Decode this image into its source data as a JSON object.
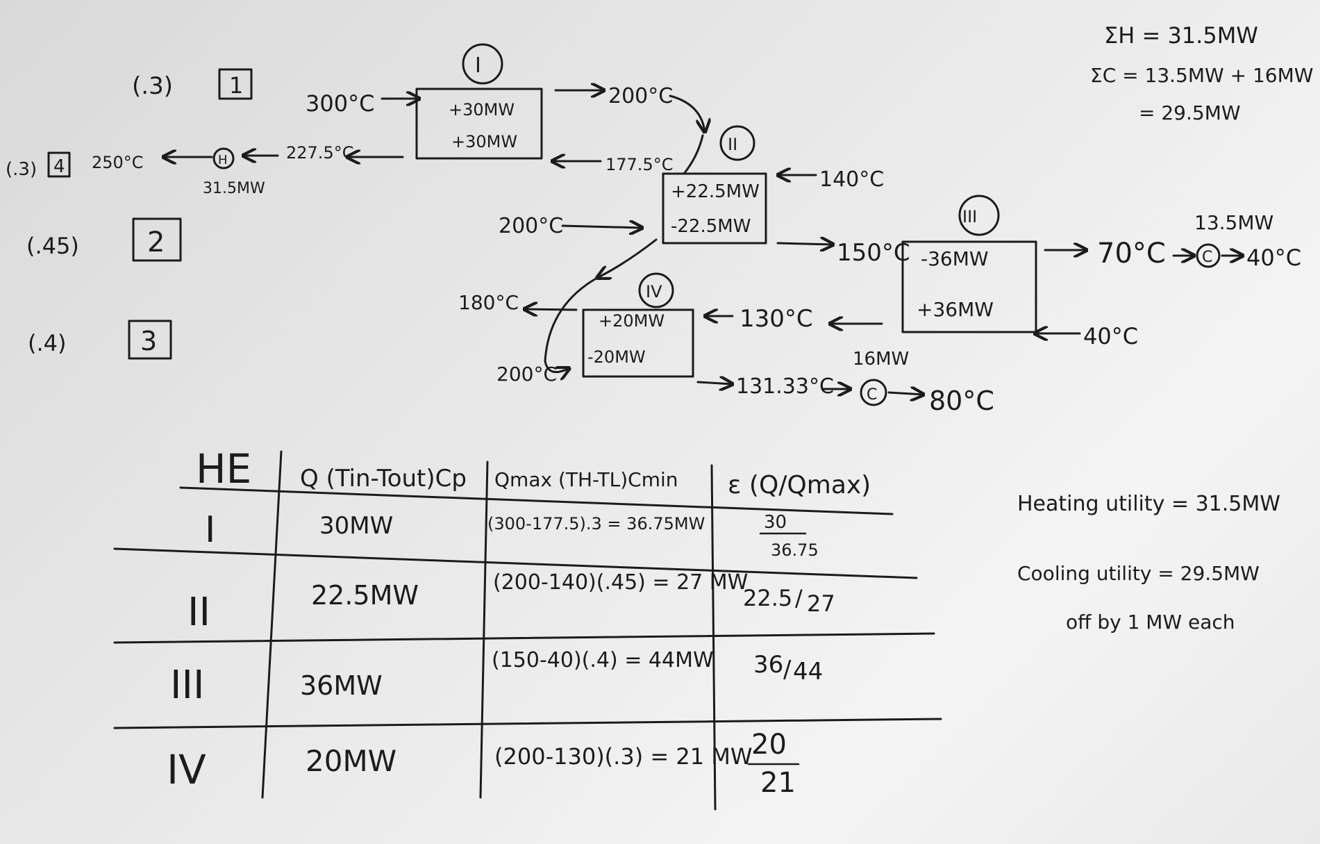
{
  "streams": {
    "s1": {
      "cp": "(.3)",
      "id": "1"
    },
    "s4": {
      "cp": "(.3)",
      "id": "4"
    },
    "s2": {
      "cp": "(.45)",
      "id": "2"
    },
    "s3": {
      "cp": "(.4)",
      "id": "3"
    }
  },
  "exchangers": {
    "I": {
      "label": "I",
      "top": "+30MW",
      "bottom": "+30MW"
    },
    "II": {
      "label": "II",
      "top": "+22.5MW",
      "bottom": "-22.5MW"
    },
    "III": {
      "label": "III",
      "top": "-36MW",
      "bottom": "+36MW"
    },
    "IV": {
      "label": "IV",
      "top": "+20MW",
      "bottom": "-20MW"
    }
  },
  "temps": {
    "t300": "300°C",
    "t200_I_out": "200°C",
    "t227": "227.5°C",
    "t250": "250°C",
    "t177": "177.5°C",
    "t140": "140°C",
    "t200_II_in": "200°C",
    "t150": "150°C",
    "t70": "70°C",
    "t40_out": "40°C",
    "t40_in": "40°C",
    "t130": "130°C",
    "t180": "180°C",
    "t200_IV_in": "200°C",
    "t131": "131.33°C",
    "t80": "80°C"
  },
  "utilities": {
    "heater": {
      "symbol": "H",
      "duty": "31.5MW"
    },
    "cooler_top": {
      "symbol": "C",
      "duty": "13.5MW"
    },
    "cooler_bottom": {
      "symbol": "C",
      "duty": "16MW"
    }
  },
  "totals": {
    "line1": "ΣH = 31.5MW",
    "line2": "ΣC = 13.5MW + 16MW",
    "line3": "= 29.5MW"
  },
  "notes": {
    "heating": "Heating utility = 31.5MW",
    "cooling": "Cooling utility = 29.5MW",
    "off": "off by 1 MW each"
  },
  "table": {
    "headers": [
      "HE",
      "Q (Tin-Tout)Cp",
      "Qmax (TH-TL)Cmin",
      "ε (Q/Qmax)"
    ],
    "rows": [
      {
        "he": "I",
        "q": "30MW",
        "qmax": "(300-177.5).3 = 36.75MW",
        "eps_num": "30",
        "eps_den": "36.75"
      },
      {
        "he": "II",
        "q": "22.5MW",
        "qmax": "(200-140)(.45) = 27 MW",
        "eps_num": "22.5",
        "eps_den": "27"
      },
      {
        "he": "III",
        "q": "36MW",
        "qmax": "(150-40)(.4) = 44MW",
        "eps_num": "36",
        "eps_den": "44"
      },
      {
        "he": "IV",
        "q": "20MW",
        "qmax": "(200-130)(.3) = 21 MW",
        "eps_num": "20",
        "eps_den": "21"
      }
    ]
  }
}
